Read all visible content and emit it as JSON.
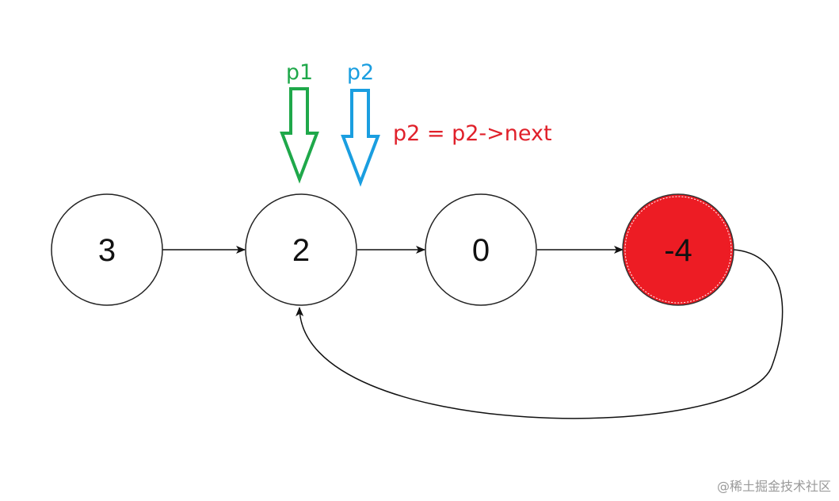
{
  "nodes": [
    {
      "value": "3"
    },
    {
      "value": "2"
    },
    {
      "value": "0"
    },
    {
      "value": "-4"
    }
  ],
  "pointers": {
    "p1": {
      "label": "p1",
      "color": "#1fa84a"
    },
    "p2": {
      "label": "p2",
      "color": "#1a9ee0"
    }
  },
  "note": {
    "text": "p2 = p2->next",
    "color": "#e0202a"
  },
  "colors": {
    "highlight_node_fill": "#ed1c24",
    "stroke": "#222222"
  },
  "watermark": "@稀土掘金技术社区"
}
